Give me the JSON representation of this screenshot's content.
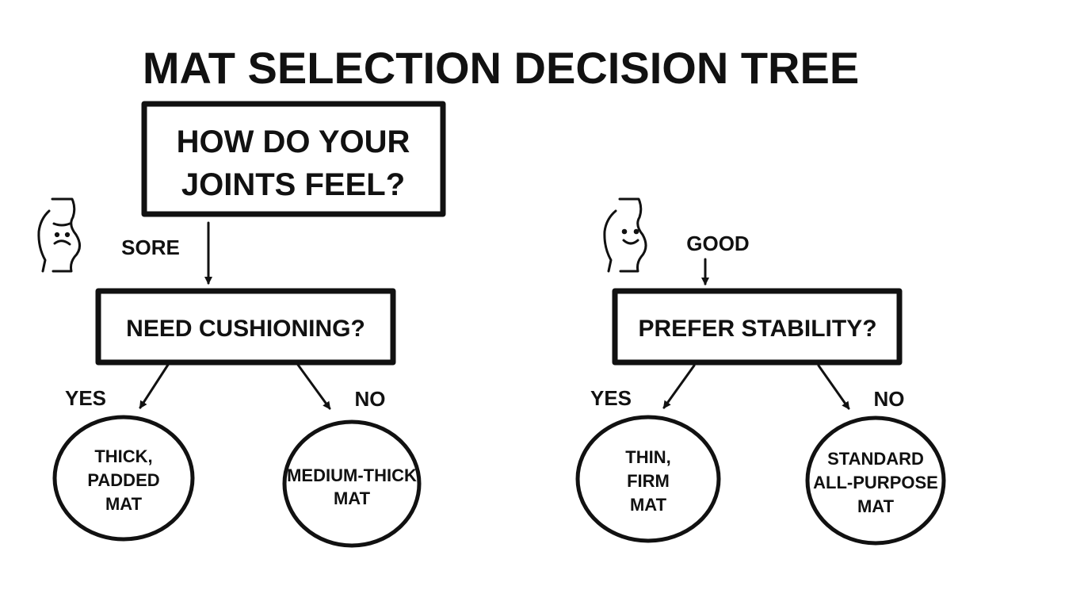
{
  "title": "MAT SELECTION DECISION TREE",
  "root": {
    "line1": "HOW DO YOUR",
    "line2": "JOINTS FEEL?"
  },
  "branches": {
    "sore": {
      "label": "SORE",
      "icon": "sore-joint-icon",
      "question": "NEED CUSHIONING?",
      "yes_label": "YES",
      "no_label": "NO",
      "yes_leaf": {
        "line1": "THICK,",
        "line2": "PADDED",
        "line3": "MAT"
      },
      "no_leaf": {
        "line1": "MEDIUM-THICK",
        "line2": "MAT"
      }
    },
    "good": {
      "label": "GOOD",
      "icon": "happy-joint-icon",
      "question": "PREFER STABILITY?",
      "yes_label": "YES",
      "no_label": "NO",
      "yes_leaf": {
        "line1": "THIN,",
        "line2": "FIRM",
        "line3": "MAT"
      },
      "no_leaf": {
        "line1": "STANDARD",
        "line2": "ALL-PURPOSE",
        "line3": "MAT"
      }
    }
  },
  "colors": {
    "ink": "#111111",
    "background": "#ffffff"
  }
}
